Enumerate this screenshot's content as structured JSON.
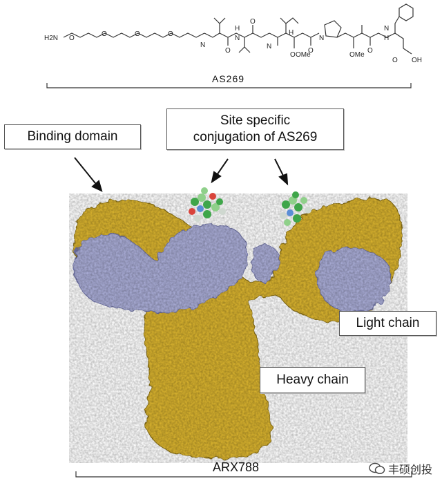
{
  "molecule": {
    "name": "AS269",
    "atom_labels": [
      "H2N",
      "O",
      "O",
      "O",
      "O",
      "N",
      "H",
      "N",
      "O",
      "O",
      "N",
      "H",
      "O",
      "OMe",
      "N",
      "O",
      "OMe",
      "O",
      "N",
      "H",
      "O",
      "OH"
    ]
  },
  "labels": {
    "binding_domain": "Binding domain",
    "site_specific_line1": "Site specific",
    "site_specific_line2": "conjugation of  AS269",
    "light_chain": "Light chain",
    "heavy_chain": "Heavy chain",
    "antibody_name": "ARX788"
  },
  "watermark": {
    "text": "丰硕创投",
    "icon": "wechat-bubble-icon"
  },
  "colors": {
    "heavy_chain": "#d8b22e",
    "light_chain": "#a9acd6",
    "conjugate_green": "#3fa64a",
    "conjugate_red": "#d9443b"
  }
}
